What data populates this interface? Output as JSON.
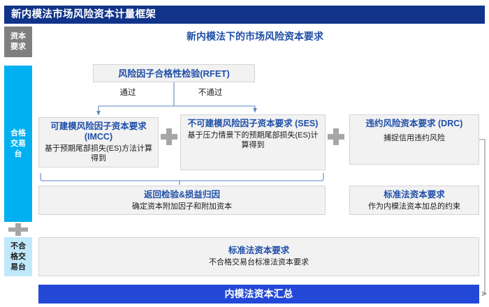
{
  "header": {
    "title": "新内模法市场风险资本计量框架"
  },
  "subtitle": "新内模法下的市场风险资本要求",
  "colors": {
    "header_navy": "#11348a",
    "title_blue": "#1f4fa8",
    "rail_gray": "#7f7f7f",
    "rail_cyan": "#00b0f0",
    "rail_lightblue": "#bfe9fb",
    "box_fill": "#f2f2f2",
    "box_border": "#d4d4d4",
    "connector_blue": "#5b84c4",
    "connector_gray": "#808080",
    "plus_gray": "#a6a6a6",
    "summary_blue": "#2348d8"
  },
  "rail": {
    "capital": "资本要求",
    "capital_lines": [
      "资本",
      "要求"
    ],
    "eligible": "合格交易台",
    "eligible_lines": [
      "合格",
      "交易",
      "台"
    ],
    "ineligible": "不合格交易台",
    "ineligible_lines": [
      "不合",
      "格交",
      "易台"
    ],
    "plus_icon": "plus-icon"
  },
  "nodes": {
    "rfet": {
      "title": "风险因子合格性检验(RFET)"
    },
    "imcc": {
      "title": "可建模风险因子资本要求(IMCC)",
      "subtitle": "基于预期尾部损失(ES)方法计算得到"
    },
    "ses": {
      "title": "不可建模风险因子资本要求 (SES)",
      "subtitle": "基于压力情景下的预期尾部损失(ES)计算得到"
    },
    "drc": {
      "title": "违约风险资本要求 (DRC)",
      "subtitle": "捕捉信用违约风险"
    },
    "backtest": {
      "title": "返回检验&损益归因",
      "subtitle": "确定资本附加因子和附加资本"
    },
    "standard_constraint": {
      "title": "标准法资本要求",
      "subtitle": "作为内模法资本加总的约束"
    },
    "standard_ineligible": {
      "title": "标准法资本要求",
      "subtitle": "不合格交易台标准法资本要求"
    },
    "summary": {
      "title": "内模法资本汇总"
    }
  },
  "edges": {
    "pass": "通过",
    "fail": "不通过"
  },
  "operators": {
    "plus_imcc_ses": "+",
    "plus_ses_drc": "+",
    "plus_rail": "+"
  }
}
